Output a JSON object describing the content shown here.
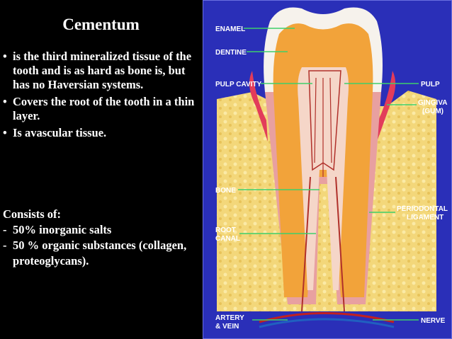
{
  "slide": {
    "title": "Cementum",
    "bullets": [
      "is  the third mineralized tissue of the tooth and is as hard as bone is, but has no Haversian systems.",
      "Covers the root of the tooth in a thin layer.",
      "Is avascular tissue."
    ],
    "consists_heading": "Consists of:",
    "components": [
      "50% inorganic salts",
      "50 % organic  substances (collagen, proteoglycans)."
    ]
  },
  "diagram": {
    "labels": {
      "enamel": "ENAMEL",
      "dentine": "DENTINE",
      "pulp_cavity_left": "PULP CAVITY",
      "pulp_right": "PULP",
      "gingiva_line1": "GINGIVA",
      "gingiva_line2": "(GUM)",
      "bone": "BONE",
      "periodontal_line1": "PERIODONTAL",
      "periodontal_line2": "LIGAMENT",
      "root_canal_line1": "ROOT",
      "root_canal_line2": "CANAL",
      "artery_line1": "ARTERY",
      "artery_line2": "& VEIN",
      "nerve": "NERVE"
    }
  }
}
